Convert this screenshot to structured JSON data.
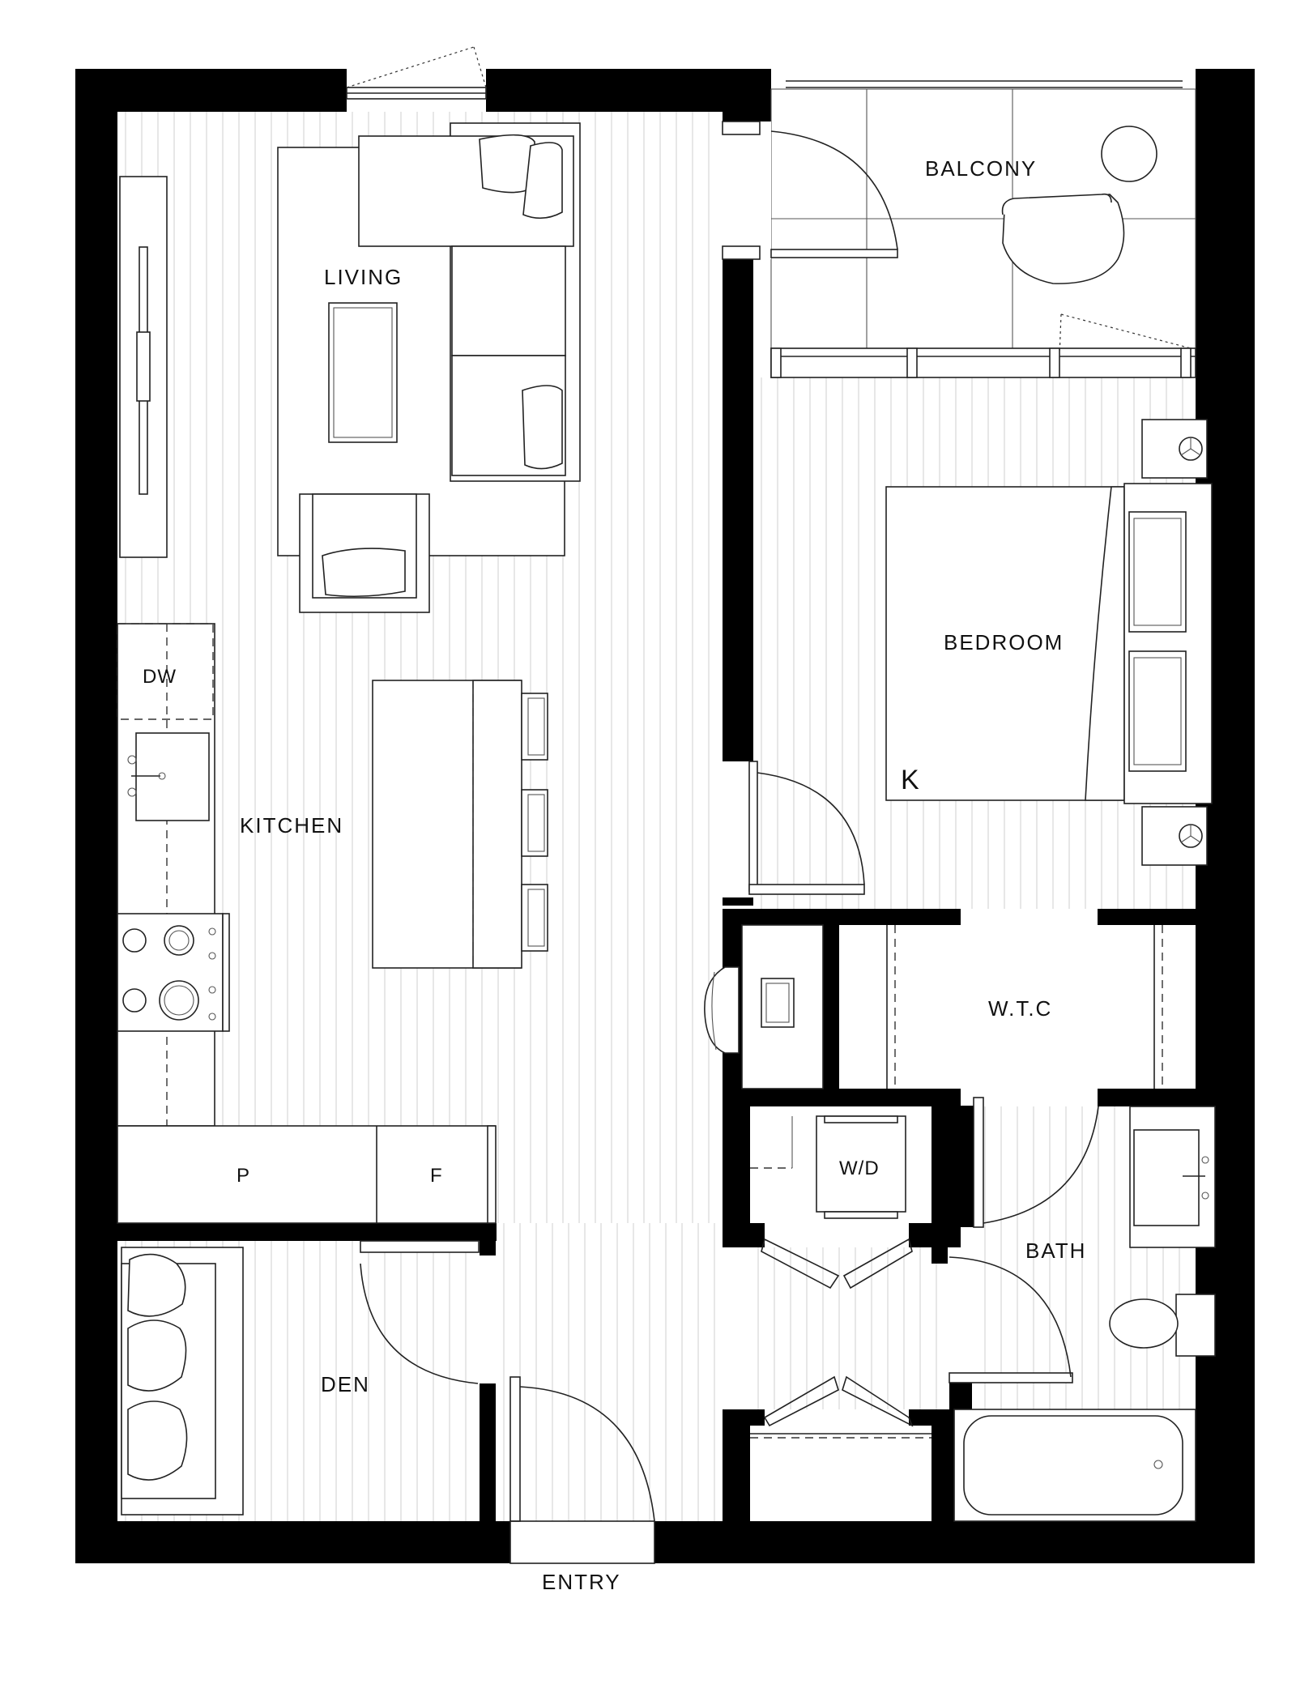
{
  "rooms": {
    "living": "LIVING",
    "balcony": "BALCONY",
    "bedroom": "BEDROOM",
    "kitchen": "KITCHEN",
    "wtc": "W.T.C",
    "bath": "BATH",
    "den": "DEN",
    "entry": "ENTRY"
  },
  "fixtures": {
    "dishwasher": "DW",
    "pantry": "P",
    "fridge": "F",
    "washer_dryer": "W/D",
    "bed_size": "K"
  }
}
